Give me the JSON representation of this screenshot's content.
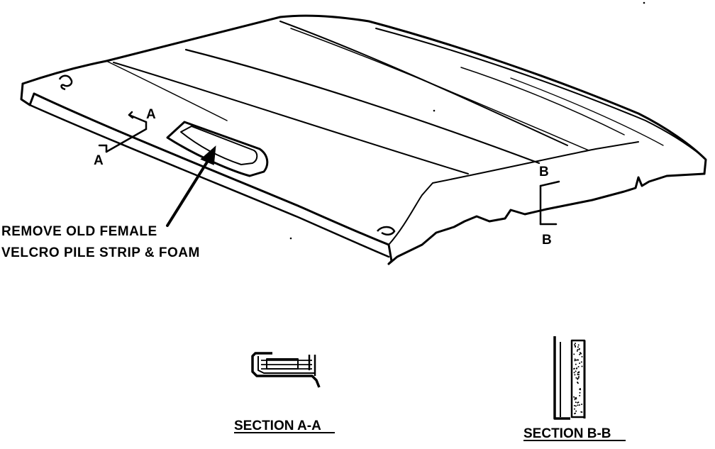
{
  "callout": {
    "line1": "REMOVE OLD FEMALE",
    "line2": "VELCRO PILE STRIP & FOAM"
  },
  "markers": {
    "a_top": "A",
    "a_bottom": "A",
    "b_top": "B",
    "b_bottom": "B"
  },
  "sections": {
    "a_label": "SECTION A-A",
    "b_label": "SECTION B-B"
  }
}
